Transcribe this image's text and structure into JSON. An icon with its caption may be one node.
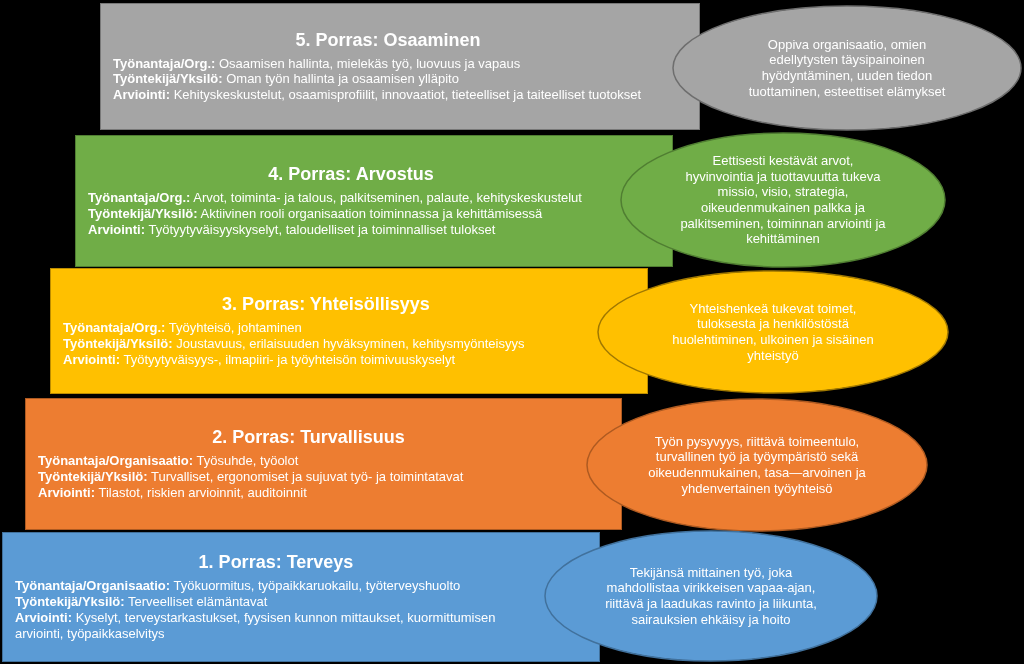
{
  "diagram": {
    "nodes": [
      {
        "text": [
          "5. Porras: Osaaminen",
          "**Työnantaja/Org.:** Osaamisen hallinta, mielekäs työ, luovuus ja vapaus",
          "**Työntekijä/Yksilö:** Oman työn hallinta ja osaamisen ylläpito",
          "**Arviointi:** Kehityskeskustelut, osaamisprofiilit, innovaatiot, tieteelliset ja taiteelliset tuotokset"
        ]
      },
      {
        "text": [
          "Oppiva organisaatio, omien edellytysten täysipainoinen hyödyntäminen, uuden tiedon tuottaminen, esteettiset elämykset"
        ]
      },
      {
        "text": [
          "4. Porras: Arvostus",
          "**Työnantaja/Org.:** Arvot, toiminta- ja talous, palkitseminen, palaute, kehityskeskustelut",
          "**Työntekijä/Yksilö:** Aktiivinen rooli organisaation toiminnassa ja kehittämisessä",
          "**Arviointi:** Työtyytyväisyyskyselyt, taloudelliset ja toiminnalliset tulokset"
        ]
      },
      {
        "text": [
          "Eettisesti kestävät arvot, hyvinvointia ja tuottavuutta tukeva missio, visio, strategia, oikeudenmukainen palkka ja palkitseminen, toiminnan arviointi ja kehittäminen"
        ]
      },
      {
        "text": [
          "3. Porras: Yhteisöllisyys",
          "**Työnantaja/Org.:** Työyhteisö, johtaminen",
          "**Työntekijä/Yksilö:** Joustavuus, erilaisuuden hyväksyminen, kehitysmyönteisyys",
          "**Arviointi:** Työtyytyväisyys-, ilmapiiri- ja työyhteisön toimivuuskyselyt"
        ]
      },
      {
        "text": [
          "Yhteishenkeä tukevat toimet, tuloksesta ja henkilöstöstä huolehtiminen, ulkoinen ja sisäinen yhteistyö"
        ]
      },
      {
        "text": [
          "2. Porras: Turvallisuus",
          "**Työnantaja/Organisaatio:** Työsuhde, työolot",
          "**Työntekijä/Yksilö:** Turvalliset, ergonomiset ja sujuvat työ- ja toimintatavat",
          "**Arviointi:** Tilastot, riskien arvioinnit, auditoinnit"
        ]
      },
      {
        "text": [
          "Työn pysyvyys, riittävä toimeentulo, turvallinen työ ja työympäristö sekä oikeudenmukainen, tasa—arvoinen ja yhdenvertainen työyhteisö"
        ]
      },
      {
        "text": [
          "1. Porras: Terveys",
          "**Työnantaja/Organisaatio:** Työkuormitus, työpaikkaruokailu, työterveyshuolto",
          "**Työntekijä/Yksilö:** Terveelliset elämäntavat",
          "**Arviointi:** Kyselyt, terveystarkastukset, fyysisen kunnon mittaukset, kuormittumisen arviointi, työpaikkaselvitys"
        ]
      },
      {
        "text": [
          "Tekijänsä mittainen työ, joka mahdollistaa virikkeisen vapaa-ajan, riittävä ja laadukas ravinto ja liikunta, sairauksien ehkäisy ja hoito"
        ]
      }
    ]
  }
}
